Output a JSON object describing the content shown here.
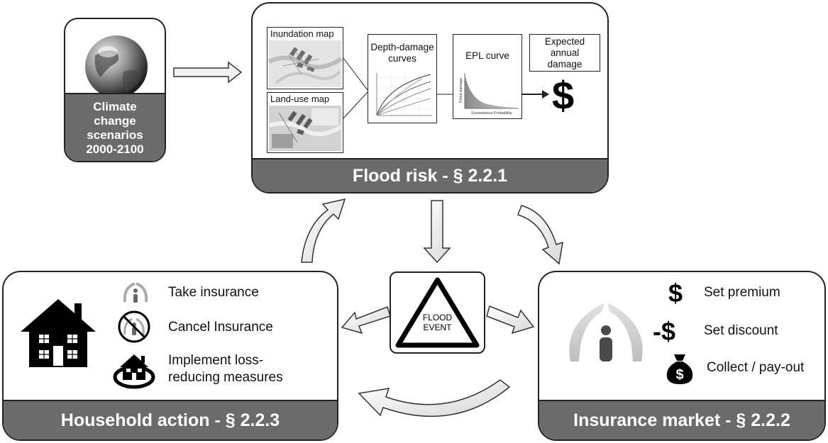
{
  "climate": {
    "label_lines": [
      "Climate",
      "change",
      "scenarios",
      "2000-2100"
    ]
  },
  "flood_risk": {
    "title": "Flood risk  -  § 2.2.1",
    "inundation_map": "Inundation map",
    "land_use_map": "Land-use map",
    "depth_damage": [
      "Depth-damage",
      "curves"
    ],
    "epl_curve": "EPL curve",
    "epl_ylabel": "Flood damage",
    "epl_xlabel": "Exceedance Probability",
    "expected_damage": [
      "Expected",
      "annual",
      "damage"
    ],
    "dollar": "$"
  },
  "flood_event": {
    "lines": [
      "FLOOD",
      "EVENT"
    ]
  },
  "household": {
    "title": "Household action  -  § 2.2.3",
    "items": [
      "Take insurance",
      "Cancel Insurance",
      "Implement loss-",
      "reducing measures"
    ]
  },
  "insurance": {
    "title": "Insurance market  -  § 2.2.2",
    "items": [
      "Set premium",
      "Set discount",
      "Collect / pay-out"
    ],
    "symbols": [
      "$",
      "-$",
      "$"
    ]
  },
  "colors": {
    "bar": "#6b6b6b",
    "arrow_fill": "#f2f2f2",
    "outline": "#222222"
  }
}
